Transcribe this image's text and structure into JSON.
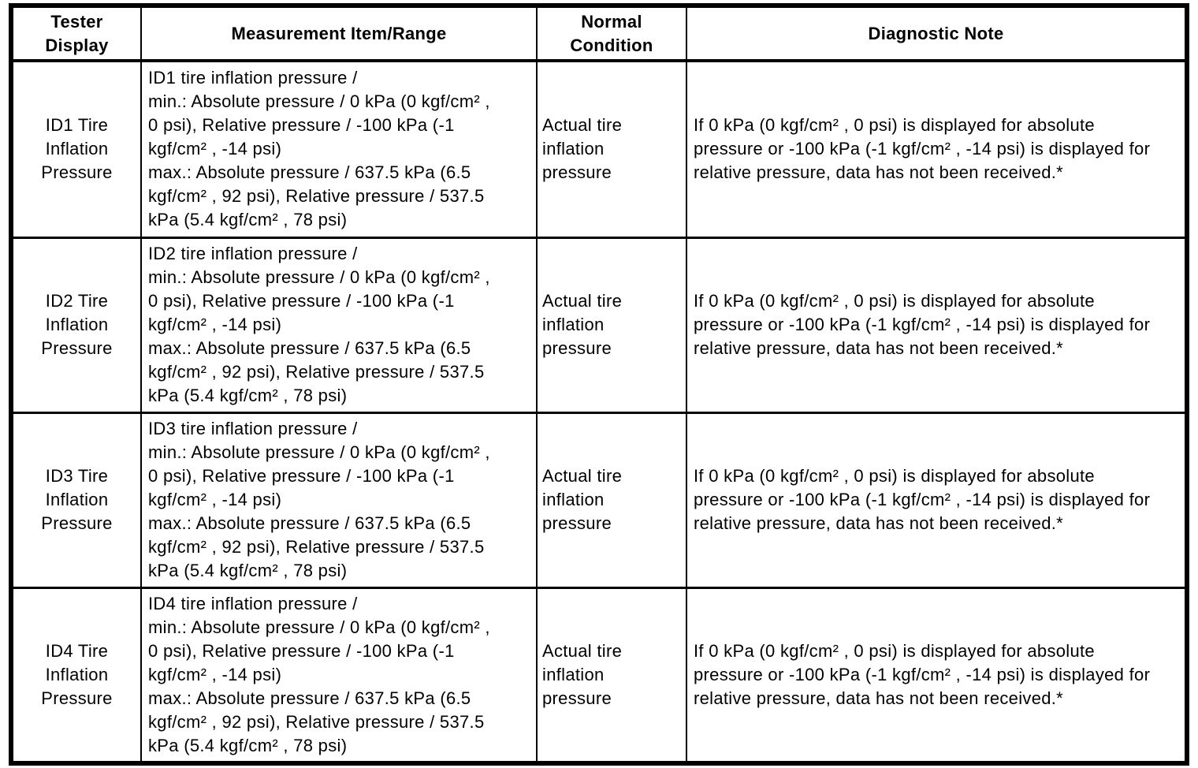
{
  "table": {
    "columns": [
      {
        "label": "Tester\nDisplay"
      },
      {
        "label": "Measurement Item/Range"
      },
      {
        "label": "Normal\nCondition"
      },
      {
        "label": "Diagnostic Note"
      }
    ],
    "rows": [
      {
        "tester_display": "ID1 Tire\nInflation\nPressure",
        "measurement": "ID1 tire inflation pressure /\nmin.: Absolute pressure / 0 kPa (0 kgf/cm² , 0 psi), Relative pressure / -100 kPa (-1 kgf/cm² , -14 psi)\nmax.: Absolute pressure / 637.5 kPa (6.5 kgf/cm² , 92 psi), Relative pressure / 537.5 kPa (5.4 kgf/cm² , 78 psi)",
        "normal_condition": "Actual tire\ninflation\npressure",
        "diagnostic_note": "If 0 kPa (0 kgf/cm² , 0 psi) is displayed for absolute pressure or -100 kPa (-1 kgf/cm² , -14 psi) is displayed for relative pressure, data has not been received.*"
      },
      {
        "tester_display": "ID2 Tire\nInflation\nPressure",
        "measurement": "ID2 tire inflation pressure /\nmin.: Absolute pressure / 0 kPa (0 kgf/cm² , 0 psi), Relative pressure / -100 kPa (-1 kgf/cm² , -14 psi)\nmax.: Absolute pressure / 637.5 kPa (6.5 kgf/cm² , 92 psi), Relative pressure / 537.5 kPa (5.4 kgf/cm² , 78 psi)",
        "normal_condition": "Actual tire\ninflation\npressure",
        "diagnostic_note": "If 0 kPa (0 kgf/cm² , 0 psi) is displayed for absolute pressure or -100 kPa (-1 kgf/cm² , -14 psi) is displayed for relative pressure, data has not been received.*"
      },
      {
        "tester_display": "ID3 Tire\nInflation\nPressure",
        "measurement": "ID3 tire inflation pressure /\nmin.: Absolute pressure / 0 kPa (0 kgf/cm² , 0 psi), Relative pressure / -100 kPa (-1 kgf/cm² , -14 psi)\nmax.: Absolute pressure / 637.5 kPa (6.5 kgf/cm² , 92 psi), Relative pressure / 537.5 kPa (5.4 kgf/cm² , 78 psi)",
        "normal_condition": "Actual tire\ninflation\npressure",
        "diagnostic_note": "If 0 kPa (0 kgf/cm² , 0 psi) is displayed for absolute pressure or -100 kPa (-1 kgf/cm² , -14 psi) is displayed for relative pressure, data has not been received.*"
      },
      {
        "tester_display": "ID4 Tire\nInflation\nPressure",
        "measurement": "ID4 tire inflation pressure /\nmin.: Absolute pressure / 0 kPa (0 kgf/cm² , 0 psi), Relative pressure / -100 kPa (-1 kgf/cm² , -14 psi)\nmax.: Absolute pressure / 637.5 kPa (6.5 kgf/cm² , 92 psi), Relative pressure / 537.5 kPa (5.4 kgf/cm² , 78 psi)",
        "normal_condition": "Actual tire\ninflation\npressure",
        "diagnostic_note": "If 0 kPa (0 kgf/cm² , 0 psi) is displayed for absolute pressure or -100 kPa (-1 kgf/cm² , -14 psi) is displayed for relative pressure, data has not been received.*"
      }
    ]
  }
}
